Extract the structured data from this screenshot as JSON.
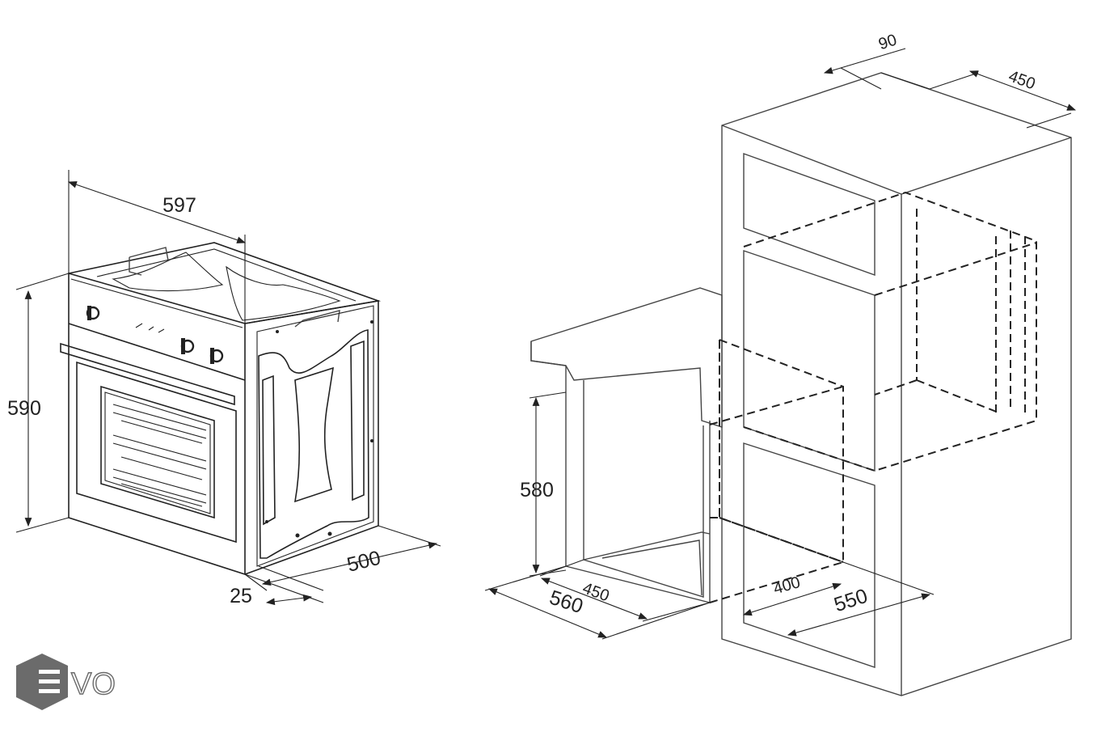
{
  "oven": {
    "width": "597",
    "height": "590",
    "depth": "500",
    "panel": "25"
  },
  "cabinet": {
    "top_gap": "90",
    "top_depth": "450",
    "niche_height": "580",
    "base_depth_outer": "560",
    "base_depth_inner": "450",
    "base_width_inner": "400",
    "base_width_outer": "550"
  },
  "logo": {
    "text": "VO",
    "color": "#6b6b6b"
  }
}
